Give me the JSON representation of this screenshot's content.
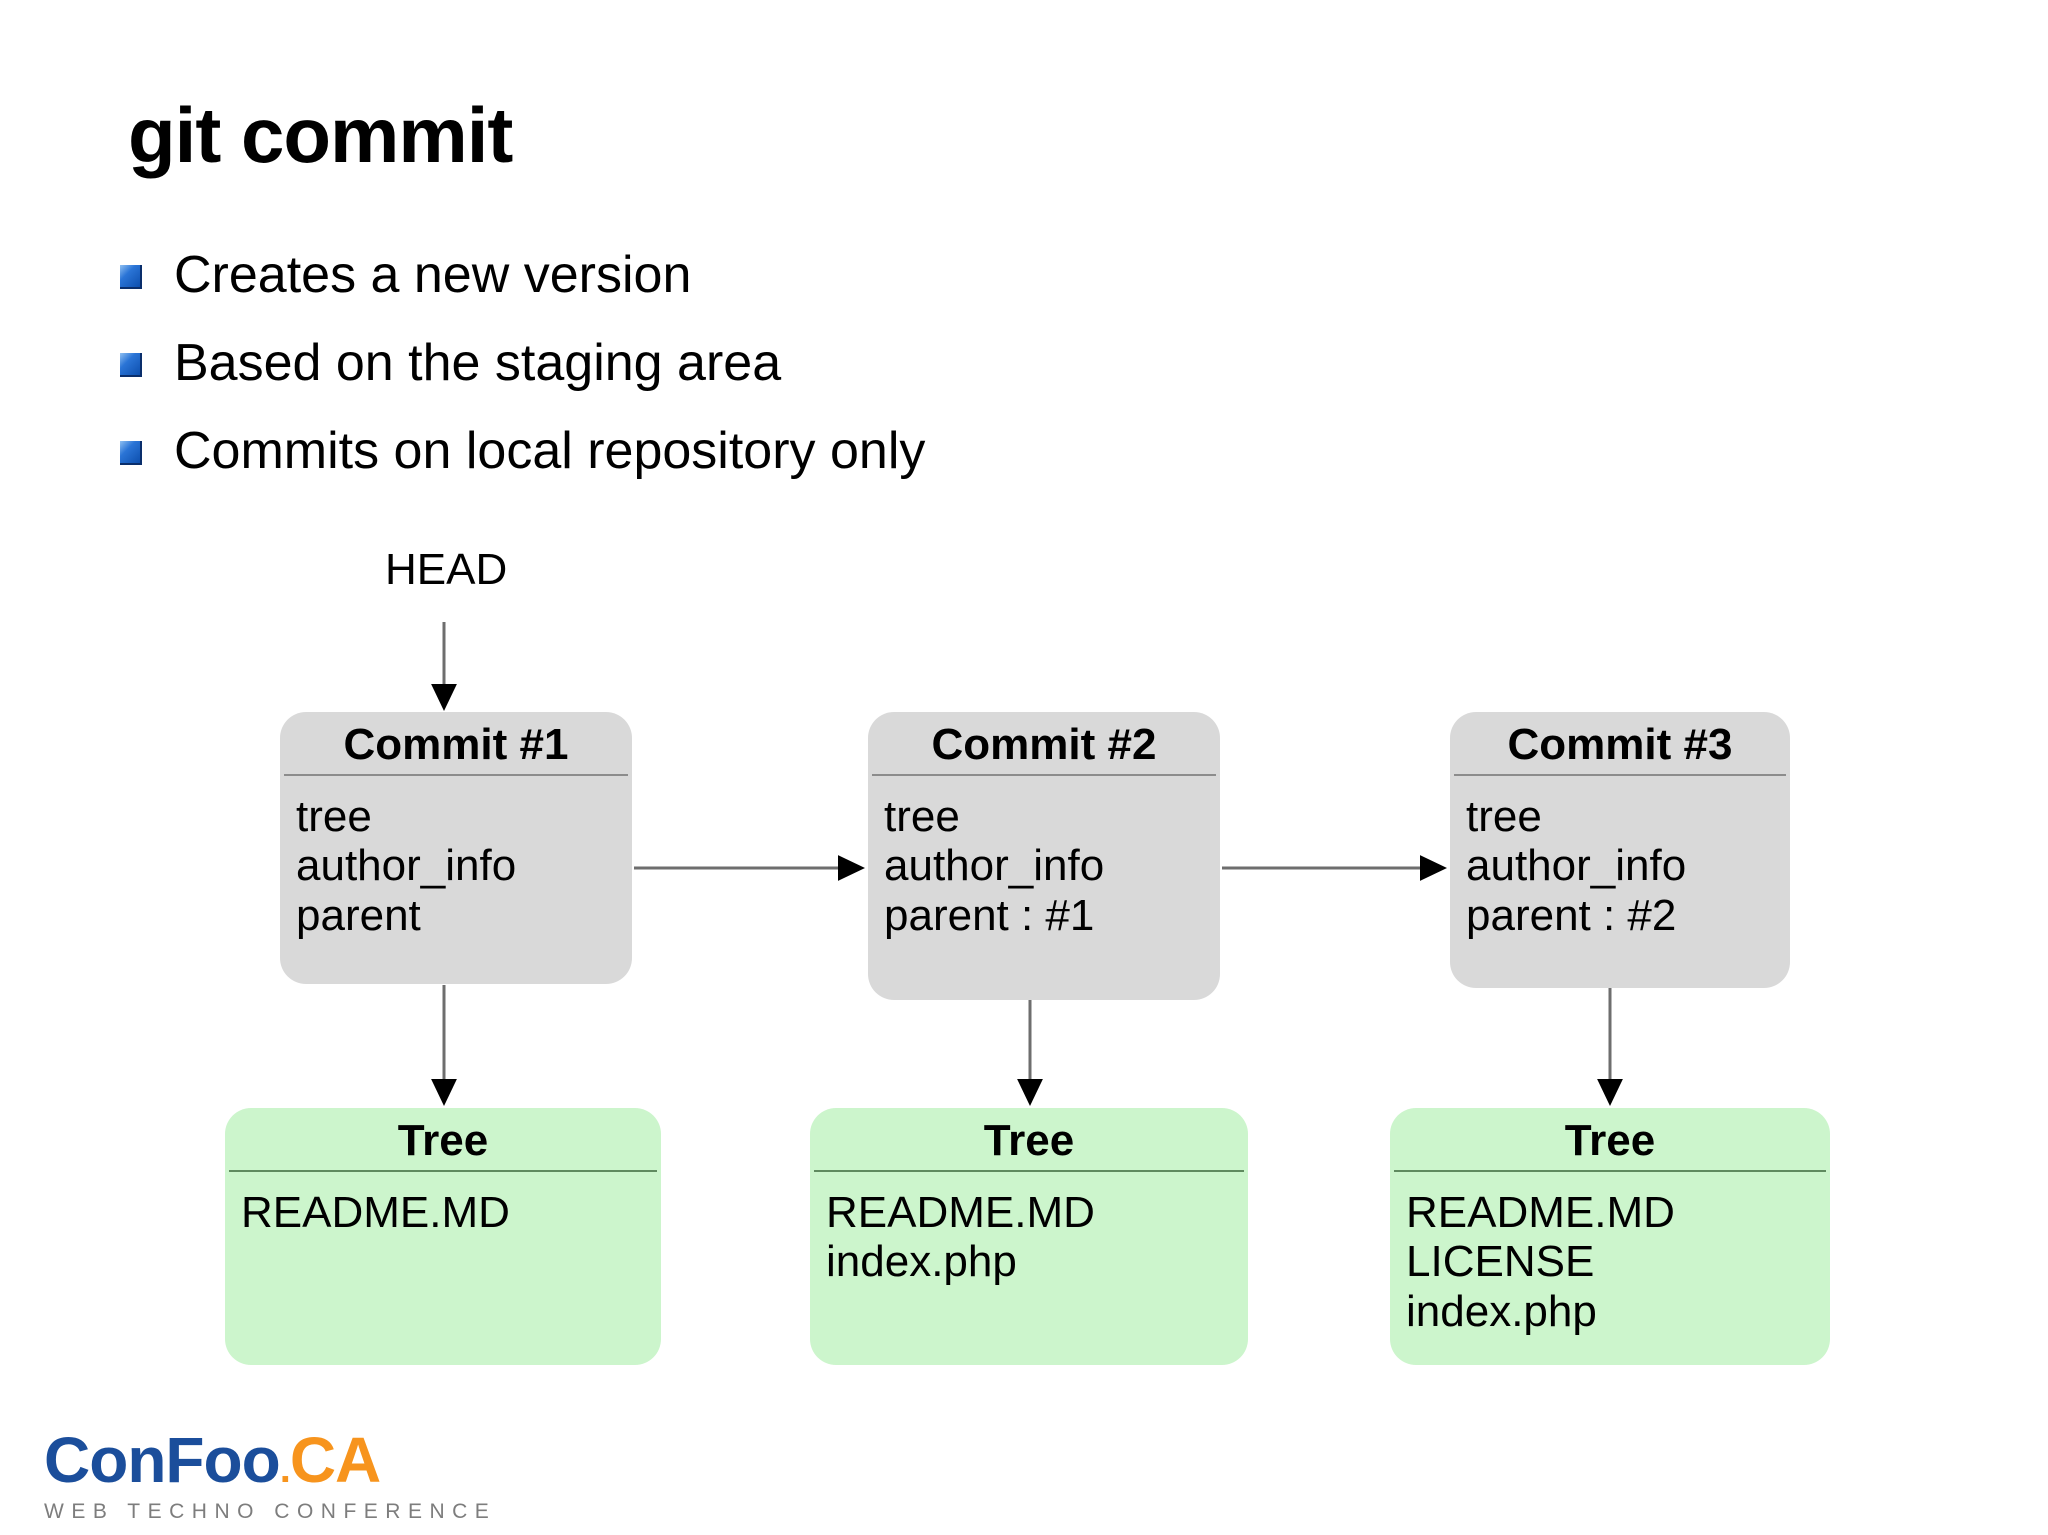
{
  "slide": {
    "title": "git commit",
    "bullets": [
      "Creates a new version",
      "Based on the staging area",
      "Commits on local repository only"
    ]
  },
  "diagram": {
    "head_label": "HEAD",
    "commits": [
      {
        "title": "Commit #1",
        "fields": [
          "tree",
          "author_info",
          "parent"
        ]
      },
      {
        "title": "Commit #2",
        "fields": [
          "tree",
          "author_info",
          "parent : #1"
        ]
      },
      {
        "title": "Commit #3",
        "fields": [
          "tree",
          "author_info",
          "parent : #2"
        ]
      }
    ],
    "trees": [
      {
        "title": "Tree",
        "files": [
          "README.MD"
        ]
      },
      {
        "title": "Tree",
        "files": [
          "README.MD",
          "index.php"
        ]
      },
      {
        "title": "Tree",
        "files": [
          "README.MD",
          "LICENSE",
          "index.php"
        ]
      }
    ]
  },
  "logo": {
    "name_blue": "ConFoo",
    "dot": ".",
    "name_orange": "CA",
    "tagline": "WEB TECHNO CONFERENCE",
    "colors": {
      "blue": "#1b4e9b",
      "orange": "#f7941d",
      "tagline_gray": "#7d7d7d"
    }
  },
  "colors": {
    "commit_fill": "#d9d9d9",
    "commit_divider": "#8c8c8c",
    "tree_fill": "#ccf5cc",
    "tree_divider": "#5f8a5f",
    "bullet_blue": "#2a74d6",
    "connector": "#6e6e6e",
    "background": "#ffffff"
  }
}
